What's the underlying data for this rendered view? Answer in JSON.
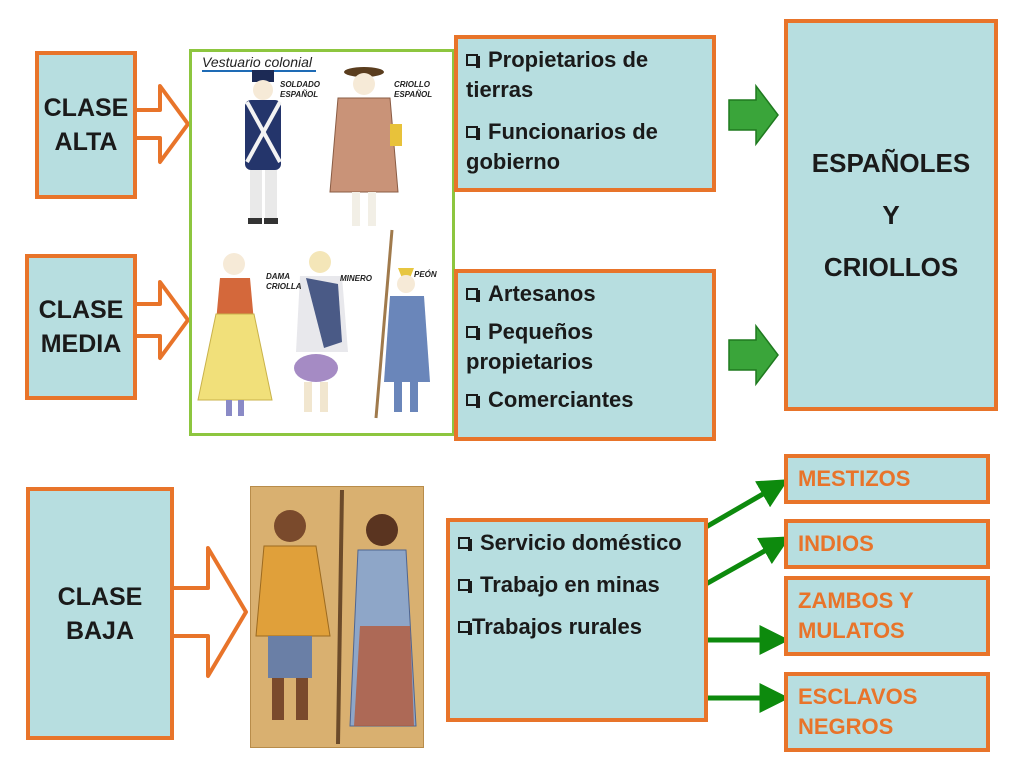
{
  "colonial_panel": {
    "title": "Vestuario colonial",
    "figures": [
      {
        "label": "SOLDADO ESPAÑOL"
      },
      {
        "label": "CRIOLLO ESPAÑOL"
      },
      {
        "label": "DAMA CRIOLLA"
      },
      {
        "label": "MINERO"
      },
      {
        "label": "PEÓN"
      }
    ]
  },
  "classes": {
    "alta": {
      "line1": "CLASE",
      "line2": "ALTA"
    },
    "media": {
      "line1": "CLASE",
      "line2": "MEDIA"
    },
    "baja": {
      "line1": "CLASE",
      "line2": "BAJA"
    }
  },
  "lists": {
    "alta": [
      "Propietarios de tierras",
      "Funcionarios de gobierno"
    ],
    "media": [
      "Artesanos",
      "Pequeños propietarios",
      "Comerciantes"
    ],
    "baja": [
      "Servicio doméstico",
      "Trabajo en minas",
      "Trabajos rurales"
    ]
  },
  "groups": {
    "top": {
      "line1": "ESPAÑOLES",
      "line2": "Y",
      "line3": "CRIOLLOS"
    },
    "bottom": [
      "MESTIZOS",
      "INDIOS",
      "ZAMBOS Y MULATOS",
      "ESCLAVOS NEGROS"
    ]
  },
  "colors": {
    "box_fill": "#b7dee0",
    "box_border": "#e8742a",
    "arrow_green": "#1a9a1a",
    "frame_green": "#8dc63f"
  }
}
